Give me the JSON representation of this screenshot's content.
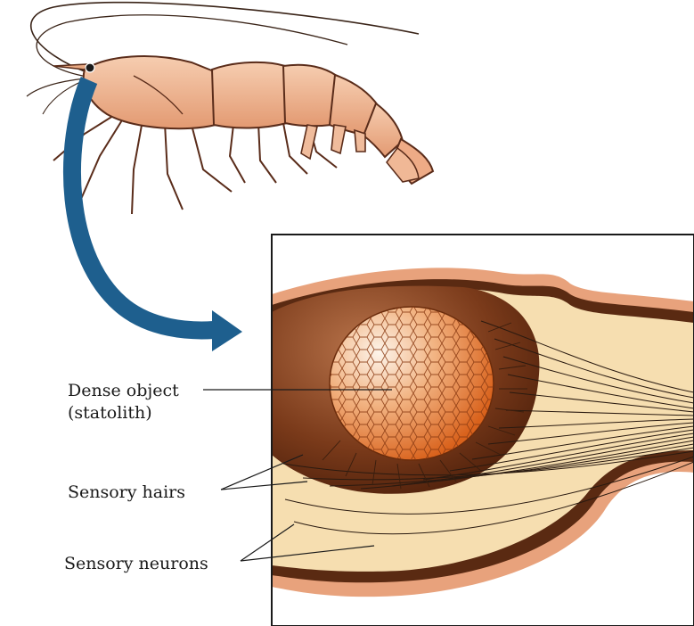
{
  "labels": {
    "dense_object_line1": "Dense object",
    "dense_object_line2": "(statolith)",
    "sensory_hairs": "Sensory hairs",
    "sensory_neurons": "Sensory neurons"
  },
  "colors": {
    "shrimp_body": "#f2b894",
    "shrimp_outline": "#5a2c1a",
    "arrow": "#1e5f8e",
    "cavity_dark": "#5a2a12",
    "cavity_mid": "#a0522d",
    "tissue_cream": "#f6deb0",
    "tissue_pink": "#e8a27c",
    "statolith_orange": "#e8782a",
    "statolith_light": "#fbe7d2",
    "frame": "#1a1a1a"
  },
  "icons": {
    "shrimp": "shrimp-illustration",
    "arrow": "curved-arrow"
  }
}
